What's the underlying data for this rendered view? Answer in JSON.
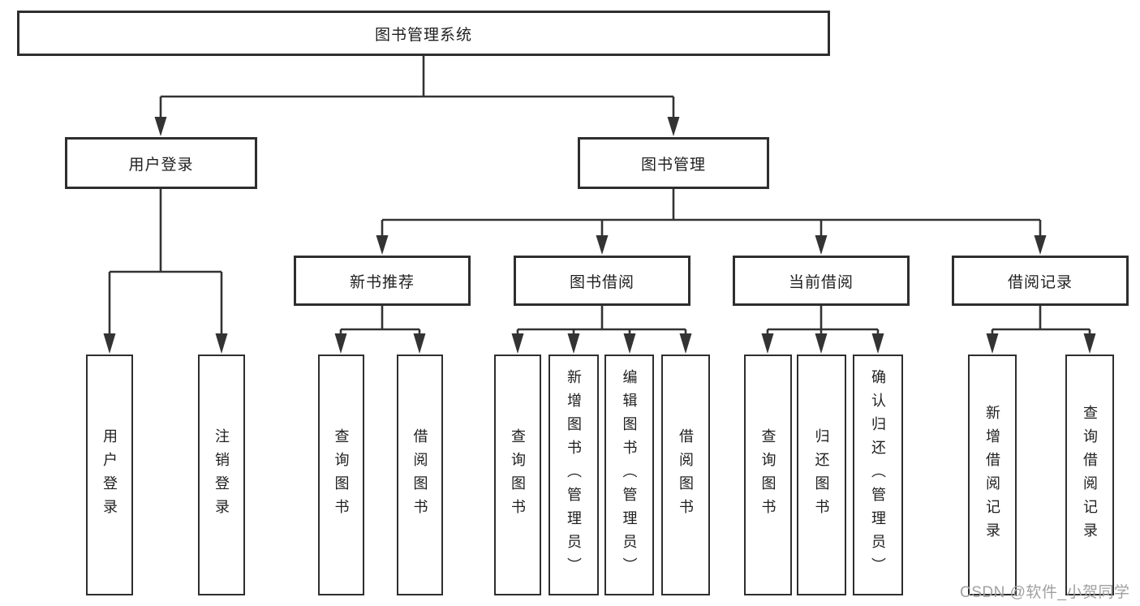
{
  "tree": {
    "label": "图书管理系统",
    "children": [
      {
        "label": "用户登录",
        "children": [
          {
            "label": "用户登录"
          },
          {
            "label": "注销登录"
          }
        ]
      },
      {
        "label": "图书管理",
        "children": [
          {
            "label": "新书推荐",
            "children": [
              {
                "label": "查询图书"
              },
              {
                "label": "借阅图书"
              }
            ]
          },
          {
            "label": "图书借阅",
            "children": [
              {
                "label": "查询图书"
              },
              {
                "label": "新增图书（管理员）"
              },
              {
                "label": "编辑图书（管理员）"
              },
              {
                "label": "借阅图书"
              }
            ]
          },
          {
            "label": "当前借阅",
            "children": [
              {
                "label": "查询图书"
              },
              {
                "label": "归还图书"
              },
              {
                "label": "确认归还（管理员）"
              }
            ]
          },
          {
            "label": "借阅记录",
            "children": [
              {
                "label": "新增借阅记录"
              },
              {
                "label": "查询借阅记录"
              }
            ]
          }
        ]
      }
    ]
  },
  "watermark": {
    "text": "CSDN @软件_小贺同学"
  },
  "colors": {
    "line": "#333333",
    "border": "#2e2e2e",
    "text": "#1f1f1f",
    "watermark": "#a0a0a0",
    "background": "#ffffff"
  }
}
